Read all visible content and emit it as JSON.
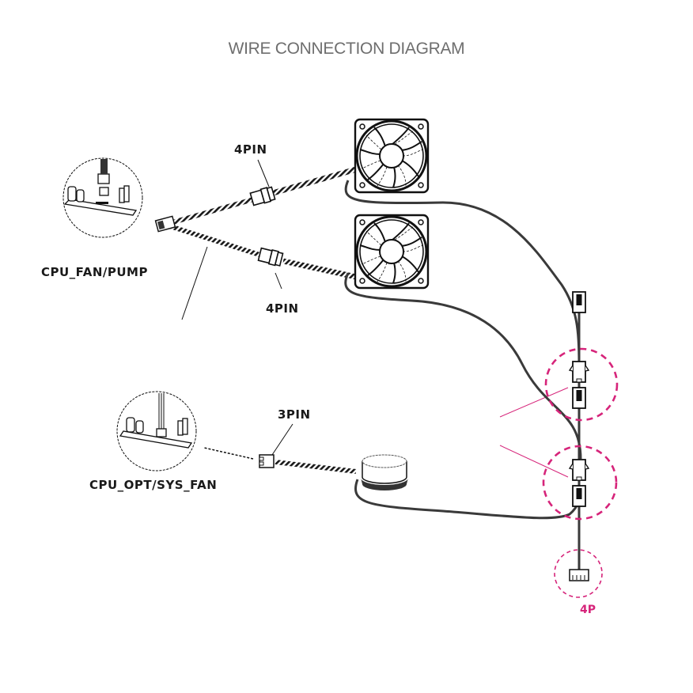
{
  "title": "WIRE CONNECTION DIAGRAM",
  "labels": {
    "cpu_fan_pump": "CPU_FAN/PUMP",
    "cpu_opt_sys_fan": "CPU_OPT/SYS_FAN",
    "pin4_top": "4PIN",
    "pin4_bottom": "4PIN",
    "pin3": "3PIN",
    "p4": "4P"
  },
  "colors": {
    "accent": "#d6247a",
    "title": "#6e6e6e",
    "line": "#1a1a1a",
    "cable": "#3a3a3a"
  },
  "components": [
    {
      "name": "motherboard-header-cpu-fan",
      "kind": "motherboard-inset"
    },
    {
      "name": "motherboard-header-sys-fan",
      "kind": "motherboard-inset"
    },
    {
      "name": "fan-top",
      "kind": "rgb-fan"
    },
    {
      "name": "fan-bottom",
      "kind": "rgb-fan"
    },
    {
      "name": "pump",
      "kind": "pump-block"
    },
    {
      "name": "y-splitter-4pin",
      "kind": "sleeved-cable"
    },
    {
      "name": "rgb-daisy-chain",
      "kind": "connector-chain"
    }
  ]
}
